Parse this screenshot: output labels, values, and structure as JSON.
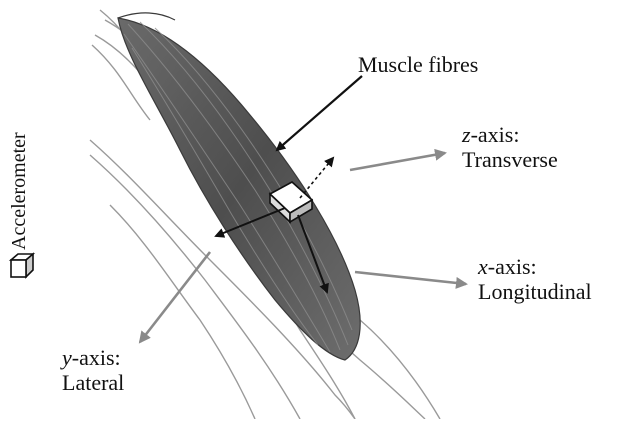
{
  "labels": {
    "muscle_fibres": "Muscle fibres",
    "z_axis_letter": "z",
    "z_axis_suffix": "-axis:",
    "z_axis_name": "Transverse",
    "x_axis_letter": "x",
    "x_axis_suffix": "-axis:",
    "x_axis_name": "Longitudinal",
    "y_axis_letter": "y",
    "y_axis_suffix": "-axis:",
    "y_axis_name": "Lateral",
    "accelerometer": "Accelerometer"
  },
  "icons": {
    "accelerometer": "cube-icon",
    "sensor": "cube-icon"
  },
  "colors": {
    "muscle": "#5a5a5a",
    "muscle_dark": "#3a3a3a",
    "outline": "#888888",
    "arrow_dark": "#111111",
    "arrow_grey": "#8a8a8a"
  }
}
